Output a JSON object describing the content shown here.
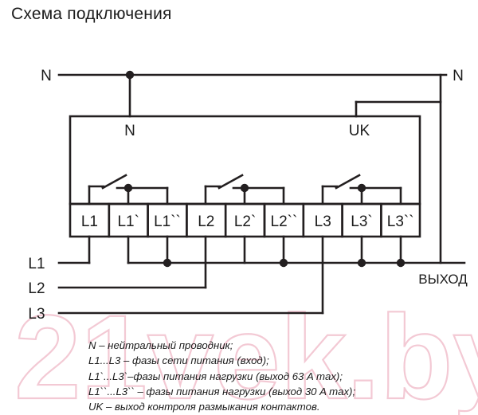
{
  "title": "Схема подключения",
  "colors": {
    "line": "#231f20",
    "text": "#1b1b1b",
    "watermark": "#f3c9d4",
    "background": "#ffffff"
  },
  "top_bus": {
    "left_label": "N",
    "right_label": "N"
  },
  "device": {
    "inner_labels": {
      "neutral": "N",
      "control_output": "UK"
    },
    "terminals": [
      {
        "label": "L1"
      },
      {
        "label": "L1`"
      },
      {
        "label": "L1``"
      },
      {
        "label": "L2"
      },
      {
        "label": "L2`"
      },
      {
        "label": "L2``"
      },
      {
        "label": "L3"
      },
      {
        "label": "L3`"
      },
      {
        "label": "L3``"
      }
    ]
  },
  "input_labels": [
    {
      "label": "L1"
    },
    {
      "label": "L2"
    },
    {
      "label": "L3"
    }
  ],
  "output_label": "ВЫХОД",
  "legend": [
    "N – нейтральный проводник;",
    "L1...L3 – фазы сети питания (вход);",
    "L1`...L3`–фазы питания нагрузки (выход 63 A max);",
    "L1``...L3`` – фазы питания нагрузки (выход 30 A max);",
    "UK – выход контроля размыкания контактов."
  ],
  "watermark": {
    "text": "21vek.by"
  }
}
